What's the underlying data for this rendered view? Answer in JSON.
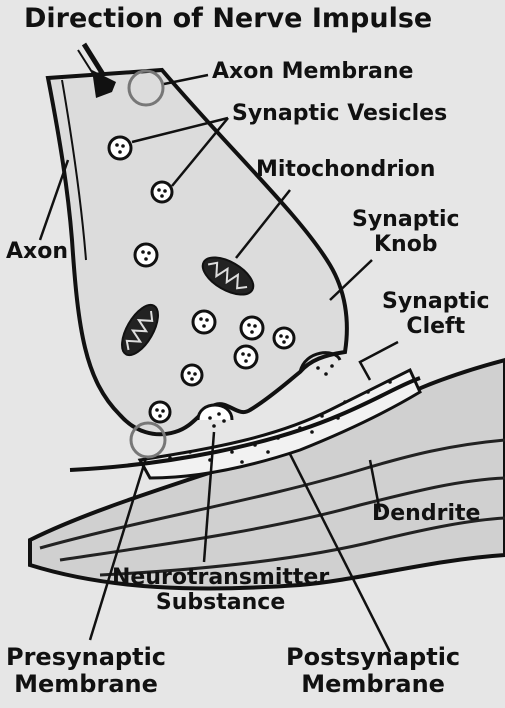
{
  "title": "Direction of Nerve Impulse",
  "labels": {
    "axon_membrane": "Axon Membrane",
    "synaptic_vesicles": "Synaptic Vesicles",
    "mitochondrion": "Mitochondrion",
    "synaptic_knob": [
      "Synaptic",
      "Knob"
    ],
    "axon": "Axon",
    "synaptic_cleft": [
      "Synaptic",
      "Cleft"
    ],
    "dendrite": "Dendrite",
    "neurotransmitter_substance": [
      "Neurotransmitter",
      "Substance"
    ],
    "presynaptic_membrane": [
      "Presynaptic",
      "Membrane"
    ],
    "postsynaptic_membrane": [
      "Postsynaptic",
      "Membrane"
    ]
  }
}
